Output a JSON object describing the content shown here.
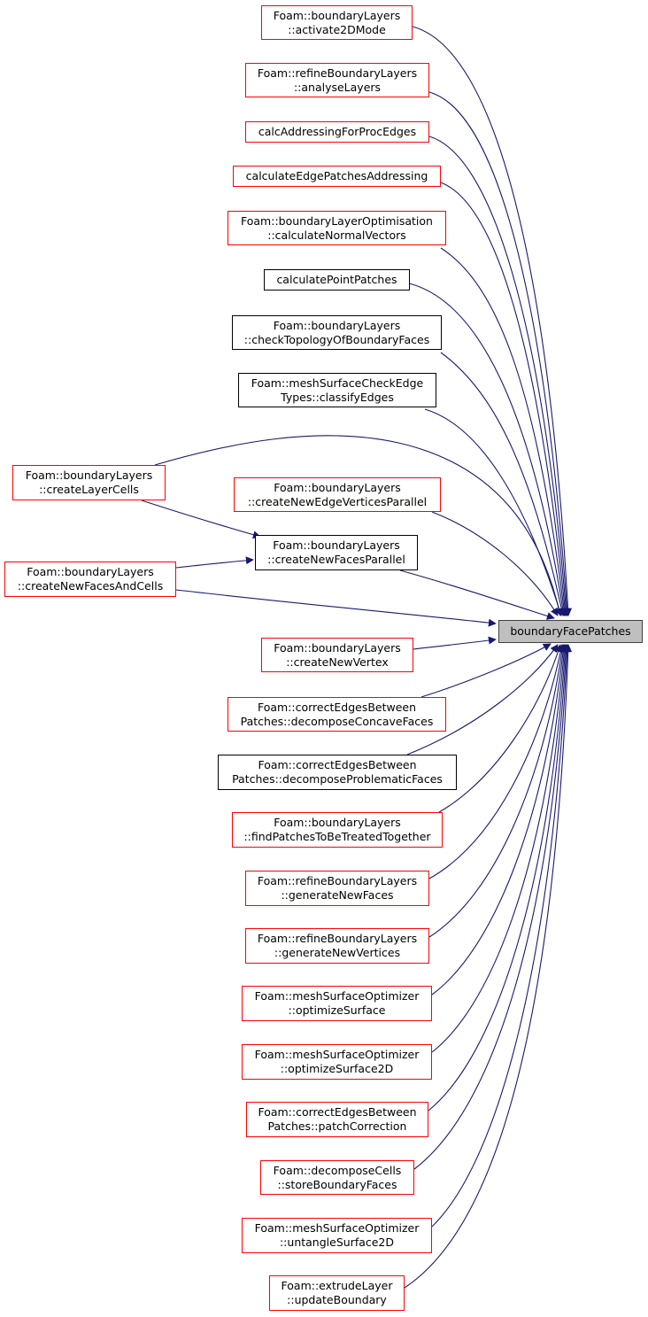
{
  "focus_node": {
    "label": "boundaryFacePatches"
  },
  "colors": {
    "edge": "#191970",
    "border_red": "#ff0000",
    "border_black": "#000000",
    "focus_fill": "#bfbfbf"
  },
  "nodes": [
    {
      "id": "activate2DMode",
      "lines": [
        "Foam::boundaryLayers",
        "::activate2DMode"
      ],
      "style": "red"
    },
    {
      "id": "analyseLayers",
      "lines": [
        "Foam::refineBoundaryLayers",
        "::analyseLayers"
      ],
      "style": "red"
    },
    {
      "id": "calcAddressingForProcEdges",
      "lines": [
        "calcAddressingForProcEdges"
      ],
      "style": "red"
    },
    {
      "id": "calculateEdgePatchesAddressing",
      "lines": [
        "calculateEdgePatchesAddressing"
      ],
      "style": "red"
    },
    {
      "id": "calculateNormalVectors",
      "lines": [
        "Foam::boundaryLayerOptimisation",
        "::calculateNormalVectors"
      ],
      "style": "red"
    },
    {
      "id": "calculatePointPatches",
      "lines": [
        "calculatePointPatches"
      ],
      "style": "black"
    },
    {
      "id": "checkTopologyOfBoundaryFaces",
      "lines": [
        "Foam::boundaryLayers",
        "::checkTopologyOfBoundaryFaces"
      ],
      "style": "black"
    },
    {
      "id": "classifyEdges",
      "lines": [
        "Foam::meshSurfaceCheckEdge",
        "Types::classifyEdges"
      ],
      "style": "black"
    },
    {
      "id": "createLayerCells",
      "lines": [
        "Foam::boundaryLayers",
        "::createLayerCells"
      ],
      "style": "red"
    },
    {
      "id": "createNewEdgeVerticesParallel",
      "lines": [
        "Foam::boundaryLayers",
        "::createNewEdgeVerticesParallel"
      ],
      "style": "red"
    },
    {
      "id": "createNewFacesParallel",
      "lines": [
        "Foam::boundaryLayers",
        "::createNewFacesParallel"
      ],
      "style": "black"
    },
    {
      "id": "createNewFacesAndCells",
      "lines": [
        "Foam::boundaryLayers",
        "::createNewFacesAndCells"
      ],
      "style": "red"
    },
    {
      "id": "createNewVertex",
      "lines": [
        "Foam::boundaryLayers",
        "::createNewVertex"
      ],
      "style": "red"
    },
    {
      "id": "decomposeConcaveFaces",
      "lines": [
        "Foam::correctEdgesBetween",
        "Patches::decomposeConcaveFaces"
      ],
      "style": "red"
    },
    {
      "id": "decomposeProblematicFaces",
      "lines": [
        "Foam::correctEdgesBetween",
        "Patches::decomposeProblematicFaces"
      ],
      "style": "black"
    },
    {
      "id": "findPatchesToBeTreatedTogether",
      "lines": [
        "Foam::boundaryLayers",
        "::findPatchesToBeTreatedTogether"
      ],
      "style": "red"
    },
    {
      "id": "generateNewFaces",
      "lines": [
        "Foam::refineBoundaryLayers",
        "::generateNewFaces"
      ],
      "style": "red"
    },
    {
      "id": "generateNewVertices",
      "lines": [
        "Foam::refineBoundaryLayers",
        "::generateNewVertices"
      ],
      "style": "red"
    },
    {
      "id": "optimizeSurface",
      "lines": [
        "Foam::meshSurfaceOptimizer",
        "::optimizeSurface"
      ],
      "style": "red"
    },
    {
      "id": "optimizeSurface2D",
      "lines": [
        "Foam::meshSurfaceOptimizer",
        "::optimizeSurface2D"
      ],
      "style": "red"
    },
    {
      "id": "patchCorrection",
      "lines": [
        "Foam::correctEdgesBetween",
        "Patches::patchCorrection"
      ],
      "style": "red"
    },
    {
      "id": "storeBoundaryFaces",
      "lines": [
        "Foam::decomposeCells",
        "::storeBoundaryFaces"
      ],
      "style": "red"
    },
    {
      "id": "untangleSurface2D",
      "lines": [
        "Foam::meshSurfaceOptimizer",
        "::untangleSurface2D"
      ],
      "style": "red"
    },
    {
      "id": "updateBoundary",
      "lines": [
        "Foam::extrudeLayer",
        "::updateBoundary"
      ],
      "style": "red"
    }
  ],
  "edges": [
    {
      "from": "activate2DMode",
      "to": "boundaryFacePatches"
    },
    {
      "from": "analyseLayers",
      "to": "boundaryFacePatches"
    },
    {
      "from": "calcAddressingForProcEdges",
      "to": "boundaryFacePatches"
    },
    {
      "from": "calculateEdgePatchesAddressing",
      "to": "boundaryFacePatches"
    },
    {
      "from": "calculateNormalVectors",
      "to": "boundaryFacePatches"
    },
    {
      "from": "calculatePointPatches",
      "to": "boundaryFacePatches"
    },
    {
      "from": "checkTopologyOfBoundaryFaces",
      "to": "boundaryFacePatches"
    },
    {
      "from": "classifyEdges",
      "to": "boundaryFacePatches"
    },
    {
      "from": "createLayerCells",
      "to": "boundaryFacePatches"
    },
    {
      "from": "createLayerCells",
      "to": "createNewFacesParallel"
    },
    {
      "from": "createNewEdgeVerticesParallel",
      "to": "boundaryFacePatches"
    },
    {
      "from": "createNewFacesParallel",
      "to": "boundaryFacePatches"
    },
    {
      "from": "createNewFacesAndCells",
      "to": "boundaryFacePatches"
    },
    {
      "from": "createNewFacesAndCells",
      "to": "createNewFacesParallel"
    },
    {
      "from": "createNewVertex",
      "to": "boundaryFacePatches"
    },
    {
      "from": "decomposeConcaveFaces",
      "to": "boundaryFacePatches"
    },
    {
      "from": "decomposeProblematicFaces",
      "to": "boundaryFacePatches"
    },
    {
      "from": "findPatchesToBeTreatedTogether",
      "to": "boundaryFacePatches"
    },
    {
      "from": "generateNewFaces",
      "to": "boundaryFacePatches"
    },
    {
      "from": "generateNewVertices",
      "to": "boundaryFacePatches"
    },
    {
      "from": "optimizeSurface",
      "to": "boundaryFacePatches"
    },
    {
      "from": "optimizeSurface2D",
      "to": "boundaryFacePatches"
    },
    {
      "from": "patchCorrection",
      "to": "boundaryFacePatches"
    },
    {
      "from": "storeBoundaryFaces",
      "to": "boundaryFacePatches"
    },
    {
      "from": "untangleSurface2D",
      "to": "boundaryFacePatches"
    },
    {
      "from": "updateBoundary",
      "to": "boundaryFacePatches"
    }
  ]
}
